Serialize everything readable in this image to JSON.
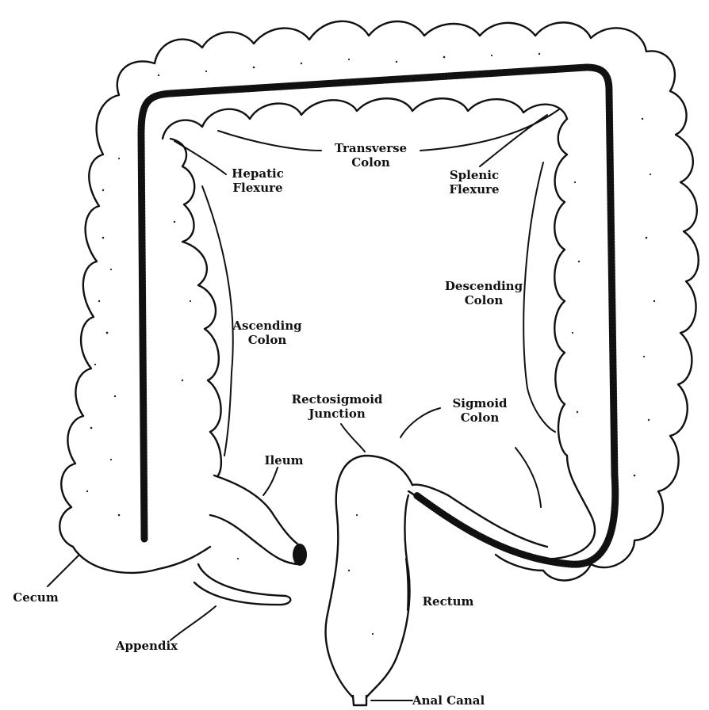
{
  "labels": {
    "transverse": {
      "line1": "Transverse",
      "line2": "Colon"
    },
    "hepatic": {
      "line1": "Hepatic",
      "line2": "Flexure"
    },
    "splenic": {
      "line1": "Splenic",
      "line2": "Flexure"
    },
    "descending": {
      "line1": "Descending",
      "line2": "Colon"
    },
    "ascending": {
      "line1": "Ascending",
      "line2": "Colon"
    },
    "rectosigmoid": {
      "line1": "Rectosigmoid",
      "line2": "Junction"
    },
    "sigmoid": {
      "line1": "Sigmoid",
      "line2": "Colon"
    },
    "ileum": "Ileum",
    "cecum": "Cecum",
    "appendix": "Appendix",
    "rectum": "Rectum",
    "anal_canal": "Anal Canal"
  }
}
